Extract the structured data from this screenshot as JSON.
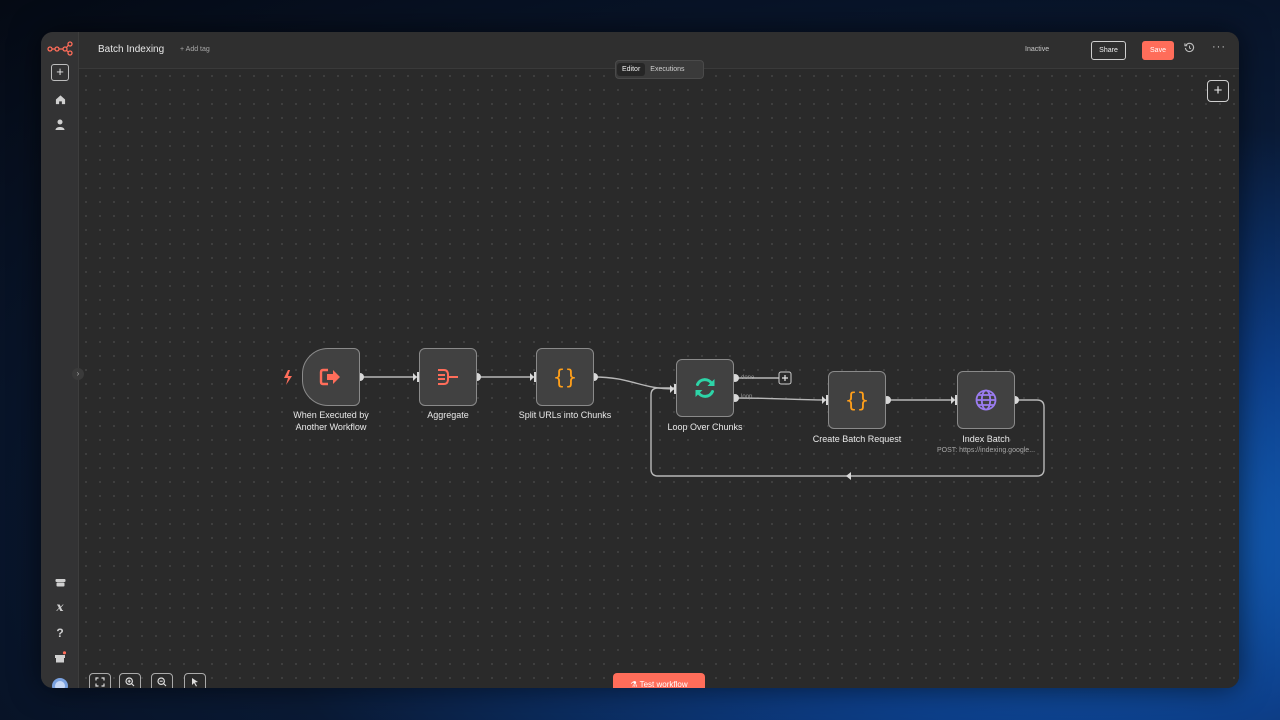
{
  "header": {
    "workflow_title": "Batch Indexing",
    "add_tag": "+ Add tag",
    "status_label": "Inactive",
    "share_label": "Share",
    "save_label": "Save"
  },
  "tabs": [
    {
      "label": "Editor",
      "active": true
    },
    {
      "label": "Executions",
      "active": false
    }
  ],
  "nodes": [
    {
      "id": "trigger",
      "label": "When Executed by Another Workflow",
      "label_line1": "When Executed by",
      "label_line2": "Another Workflow",
      "icon": "sign-in-icon",
      "color": "#ff6d5a"
    },
    {
      "id": "aggregate",
      "label": "Aggregate",
      "icon": "aggregate-icon",
      "color": "#ff6d5a"
    },
    {
      "id": "split",
      "label": "Split URLs into Chunks",
      "icon": "code-braces-icon",
      "glyph": "{}",
      "color": "#ff9f1a"
    },
    {
      "id": "loop",
      "label": "Loop Over Chunks",
      "icon": "sync-icon",
      "color": "#2dd4a7"
    },
    {
      "id": "create",
      "label": "Create Batch Request",
      "icon": "code-braces-icon",
      "glyph": "{}",
      "color": "#ff9f1a"
    },
    {
      "id": "index",
      "label": "Index Batch",
      "sublabel": "POST: https://indexing.google...",
      "icon": "globe-icon",
      "color": "#9b7cf0"
    }
  ],
  "ports": {
    "done": "done",
    "loop": "loop"
  },
  "footer": {
    "test_workflow": "Test workflow"
  },
  "colors": {
    "accent": "#ff6d5a",
    "canvas": "#2a2a2a"
  }
}
